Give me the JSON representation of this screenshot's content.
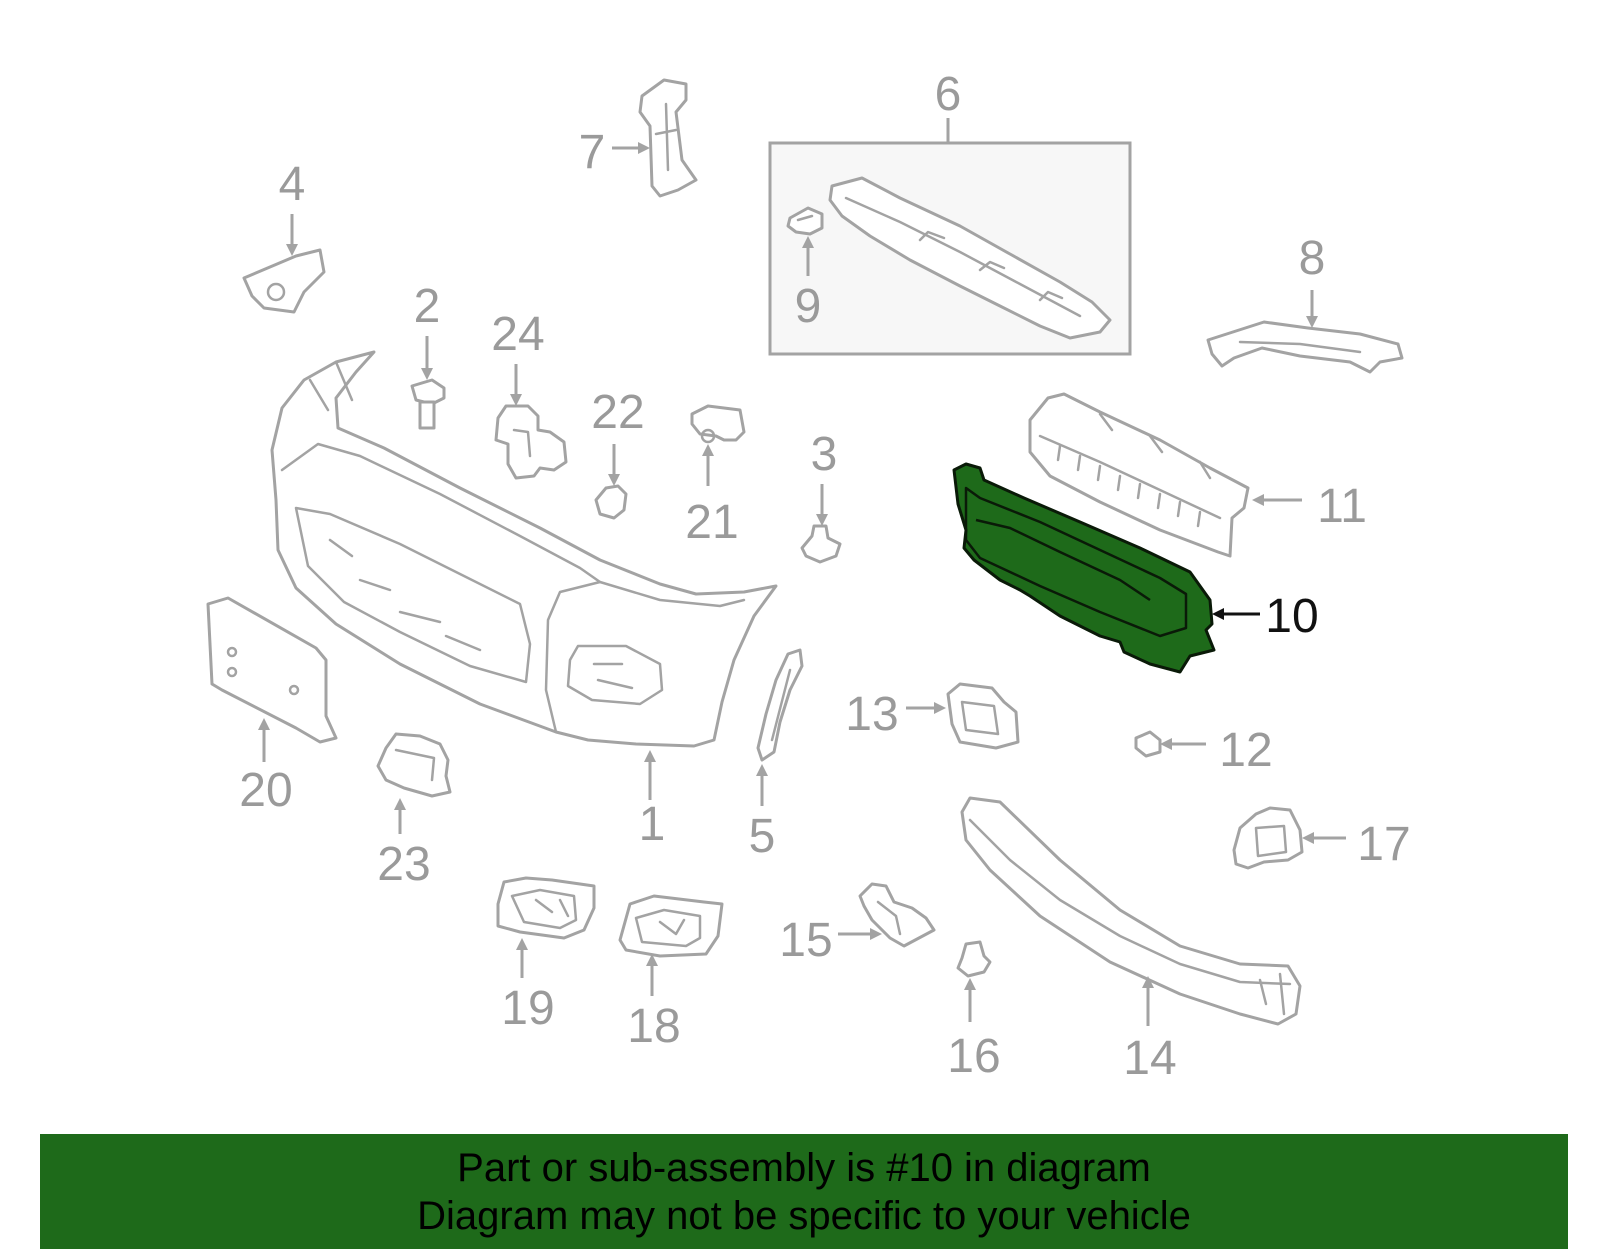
{
  "diagram": {
    "highlighted_part": "10",
    "highlight_color": "#1e6a1a",
    "part_numbers": {
      "p1": "1",
      "p2": "2",
      "p3": "3",
      "p4": "4",
      "p5": "5",
      "p6": "6",
      "p7": "7",
      "p8": "8",
      "p9": "9",
      "p10": "10",
      "p11": "11",
      "p12": "12",
      "p13": "13",
      "p14": "14",
      "p15": "15",
      "p16": "16",
      "p17": "17",
      "p18": "18",
      "p19": "19",
      "p20": "20",
      "p21": "21",
      "p22": "22",
      "p23": "23",
      "p24": "24"
    }
  },
  "banner": {
    "line1": "Part or sub-assembly is #10 in diagram",
    "line2": "Diagram may not be specific to your vehicle",
    "background_color": "#1e6a1a"
  }
}
